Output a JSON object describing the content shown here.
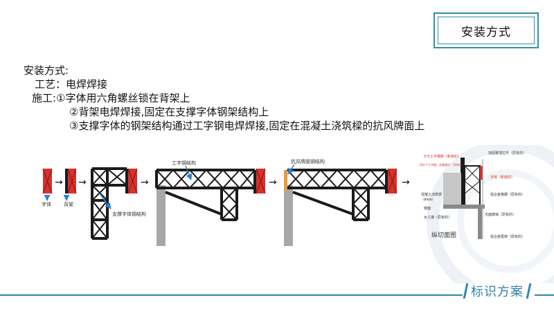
{
  "title": "安装方式",
  "method": {
    "heading": "安装方式:",
    "craft": "工艺：电焊焊接",
    "step1": "施工:①字体用六角螺丝锁在背架上",
    "step2": "②背架电焊焊接,固定在支撑字体钢架结构上",
    "step3": "③支撑字体的钢架结构通过工字钢电焊焊接,固定在混凝土浇筑樑的抗风牌面上"
  },
  "diagram": {
    "label_font": "字体",
    "label_backframe": "背架",
    "label_support": "支撑字体钢结构",
    "label_i_beam": "工字钢结构",
    "label_wind": "抗风牌面钢结构",
    "label_section": "纵切面图"
  },
  "section": {
    "label_steel": "5*5工字钢架（新做的）",
    "label_steel_sub": "四分个工字钢，总重量约：100kg",
    "label_cable": "加固幕墙拉杆（原有的）",
    "label_font_new": "字体（新做的）",
    "label_concrete": "混凝土浇筑梁",
    "label_concrete_sub": "（原有的）",
    "label_alu": "铝合金格栅（原有的）",
    "label_slab": "楼面",
    "label_wall": "女儿墙（原有的）",
    "label_glass": "光面玻璃（原有的）",
    "label_frame": "铝合金框架（原有的）"
  },
  "footer": {
    "brand": "标识方案"
  },
  "colors": {
    "accent": "#2f86a6",
    "steel": "#1a1a1a",
    "sign_red": "#d9312b",
    "concrete": "#a8a8a8",
    "wind_orange": "#e89a3c",
    "arrow_blue": "#2b7fd6"
  }
}
